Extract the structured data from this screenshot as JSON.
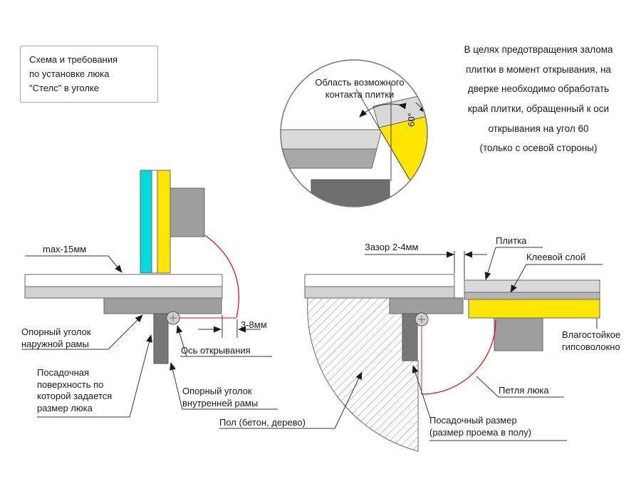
{
  "title_box": {
    "text": "Схема и требования\nпо установке люка\n\"Стелс\" в уголке"
  },
  "note": {
    "text": "В целях предотвращения залома\nплитки в момент открывания, на\nдверке необходимо обработать\nкрай плитки, обращенный к оси\nоткрывания на угол 60\n(только с осевой стороны)"
  },
  "detail_view": {
    "contact_label": "Область возможного\nконтакта плитки",
    "angle_label": "60°"
  },
  "left_section": {
    "max_tile": "max-15мм",
    "outer_frame_angle": "Опорный уголок\nнаружной рамы",
    "opening_axis": "Ось открывания",
    "gap_3_8": "3-8мм",
    "seating_surface": "Посадочная\nповерхность по\nкоторой задается\nразмер люка",
    "inner_frame_angle": "Опорный уголок\nвнутренней рамы"
  },
  "right_section": {
    "gap_label": "Зазор 2-4мм",
    "tile_label": "Плитка",
    "glue_label": "Клеевой слой",
    "gvl_label": "Влагостойкое\nгипсоволокно",
    "hinge_label": "Петля люка",
    "floor_label": "Пол (бетон, дерево)",
    "seat_size_label": "Посадочный размер\n(размер проема в полу)"
  },
  "colors": {
    "tile_cyan": "#00dcdc",
    "gvl_yellow": "#ffe600",
    "light_gray": "#d9d9d9",
    "mid_gray": "#9e9e9e",
    "dark_gray": "#6e6e6e",
    "trajectory_red": "#ff0000"
  }
}
